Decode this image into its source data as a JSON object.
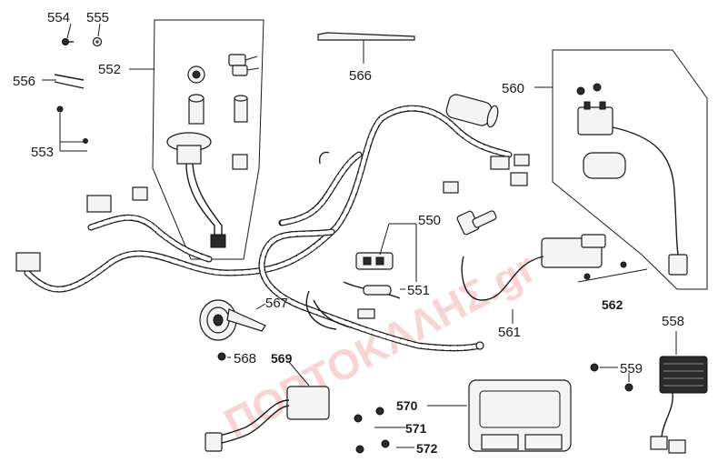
{
  "watermark": {
    "text": "ΠΟΡΤΟΚΑΛΗΣ.gr",
    "color": "#e04040"
  },
  "labels": {
    "p550": "550",
    "p551": "551",
    "p552": "552",
    "p553": "553",
    "p554": "554",
    "p555": "555",
    "p556": "556",
    "p558": "558",
    "p559": "559",
    "p560": "560",
    "p561": "561",
    "p562": "562",
    "p566": "566",
    "p567": "567",
    "p568": "568",
    "p569": "569",
    "p570": "570",
    "p571": "571",
    "p572": "572"
  }
}
